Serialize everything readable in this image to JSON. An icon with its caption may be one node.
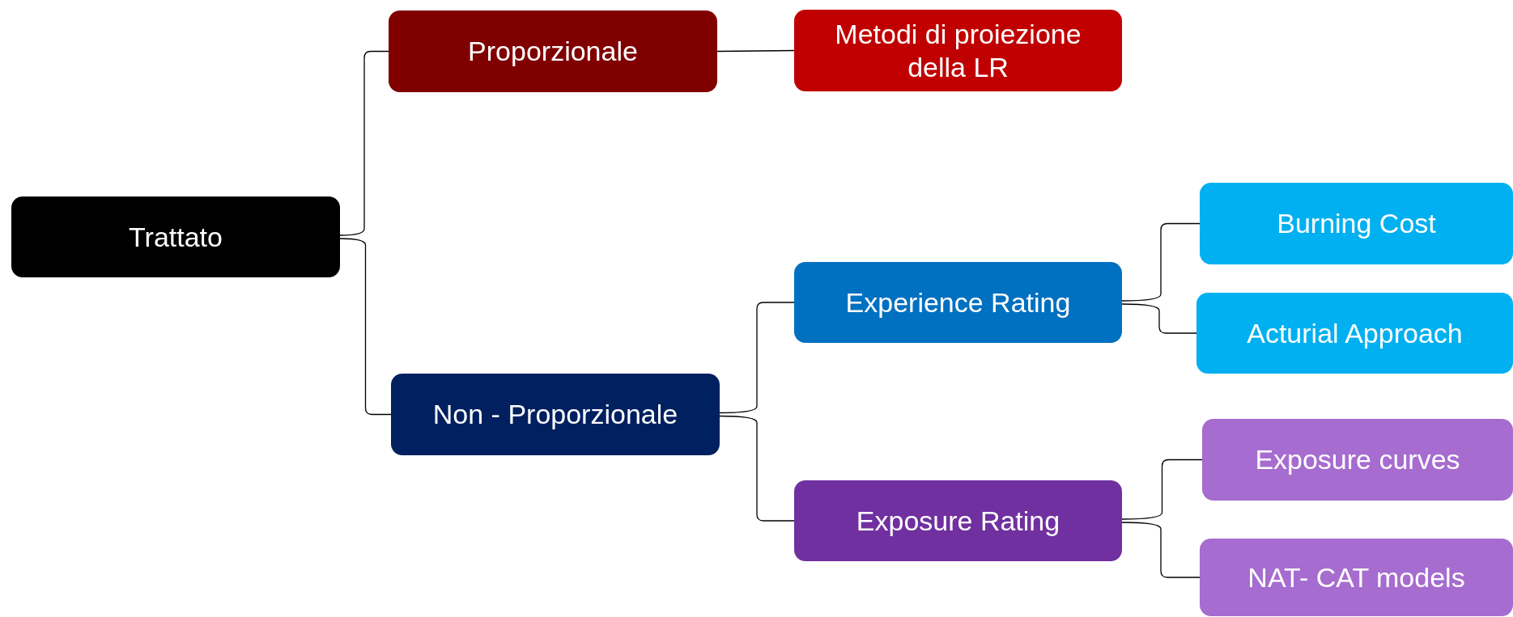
{
  "diagram": {
    "nodes": [
      {
        "text": [
          "Trattato"
        ]
      },
      {
        "text": [
          "Proporzionale"
        ]
      },
      {
        "text": [
          "Metodi di proiezione della LR"
        ]
      },
      {
        "text": [
          "Non - Proporzionale"
        ]
      },
      {
        "text": [
          "Experience Rating"
        ]
      },
      {
        "text": [
          "Exposure Rating"
        ]
      },
      {
        "text": [
          "Burning Cost"
        ]
      },
      {
        "text": [
          "Acturial Approach"
        ]
      },
      {
        "text": [
          "Exposure curves"
        ]
      },
      {
        "text": [
          "NAT- CAT models"
        ]
      }
    ],
    "edges": [
      {
        "from": 0,
        "to": 1,
        "arrow": "none"
      },
      {
        "from": 0,
        "to": 3,
        "arrow": "none"
      },
      {
        "from": 1,
        "to": 2,
        "arrow": "none"
      },
      {
        "from": 3,
        "to": 4,
        "arrow": "none"
      },
      {
        "from": 3,
        "to": 5,
        "arrow": "none"
      },
      {
        "from": 4,
        "to": 6,
        "arrow": "none"
      },
      {
        "from": 4,
        "to": 7,
        "arrow": "none"
      },
      {
        "from": 5,
        "to": 8,
        "arrow": "none"
      },
      {
        "from": 5,
        "to": 9,
        "arrow": "none"
      }
    ]
  }
}
